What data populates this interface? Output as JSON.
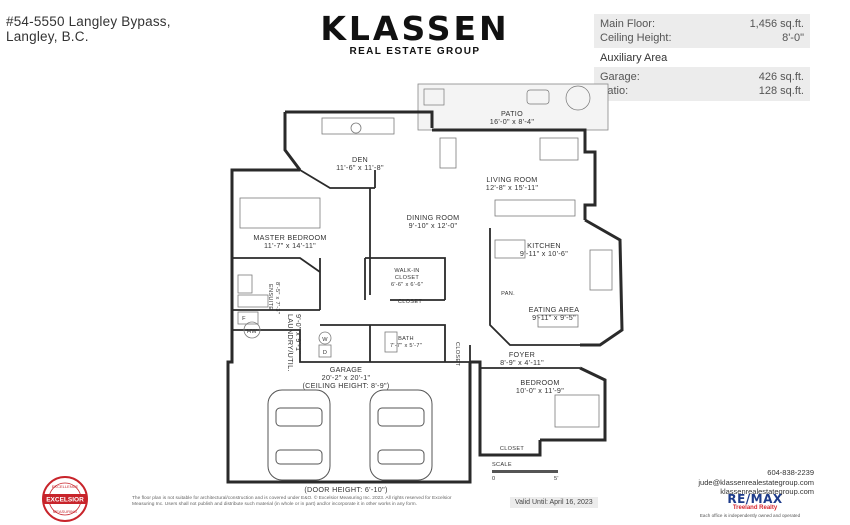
{
  "address": {
    "line1": "#54-5550 Langley Bypass,",
    "line2": "Langley, B.C."
  },
  "brand": {
    "name": "KLASSEN",
    "subtitle": "REAL ESTATE GROUP"
  },
  "info": {
    "main_floor_label": "Main Floor:",
    "main_floor_value": "1,456 sq.ft.",
    "ceiling_label": "Ceiling Height:",
    "ceiling_value": "8'-0\"",
    "aux_title": "Auxiliary Area",
    "garage_label": "Garage:",
    "garage_value": "426 sq.ft.",
    "patio_label": "Patio:",
    "patio_value": "128 sq.ft."
  },
  "rooms": {
    "patio": {
      "name": "PATIO",
      "dims": "16'-0\" x 8'-4\""
    },
    "den": {
      "name": "DEN",
      "dims": "11'-6\" x 11'-8\""
    },
    "living": {
      "name": "LIVING ROOM",
      "dims": "12'-8\" x 15'-11\""
    },
    "dining": {
      "name": "DINING ROOM",
      "dims": "9'-10\" x 12'-0\""
    },
    "master": {
      "name": "MASTER BEDROOM",
      "dims": "11'-7\" x 14'-11\""
    },
    "kitchen": {
      "name": "KITCHEN",
      "dims": "9'-11\" x 10'-6\""
    },
    "ensuite": {
      "name": "ENSUITE",
      "dims": "8'-5\" x 7'-3\""
    },
    "walkin": {
      "name": "WALK-IN",
      "name2": "CLOSET",
      "dims": "6'-6\" x 6'-6\""
    },
    "closet_main": {
      "name": "CLOSET"
    },
    "pan": {
      "name": "PAN."
    },
    "eating": {
      "name": "EATING AREA",
      "dims": "9'-11\" x 9'-5\""
    },
    "laundry": {
      "name": "LAUNDRY/UTIL.",
      "dims": "9'-0\" x 9'-1\""
    },
    "f_label": "F",
    "hw_label": "HW",
    "w_label": "W",
    "d_label": "D",
    "bath": {
      "name": "BATH",
      "dims": "7'-7\" x 5'-7\""
    },
    "closet_bath": {
      "name": "CLOSET"
    },
    "foyer": {
      "name": "FOYER",
      "dims": "8'-9\" x 4'-11\""
    },
    "garage": {
      "name": "GARAGE",
      "dims": "20'-2\" x 20'-1\"",
      "ceiling": "(CEILING HEIGHT: 8'-9\")",
      "door": "(DOOR HEIGHT: 6'-10\")"
    },
    "bedroom": {
      "name": "BEDROOM",
      "dims": "10'-0\" x 11'-9\""
    },
    "closet_bed": {
      "name": "CLOSET"
    }
  },
  "scale": {
    "label": "SCALE",
    "start": "0",
    "end": "5'"
  },
  "contact": {
    "phone": "604-838-2239",
    "email": "jude@klassenrealestategroup.com",
    "website": "klassenrealestategroup.com"
  },
  "remax": {
    "name": "RE/MAX",
    "sub": "Treeland Realty",
    "office_note": "Each office is independently owned and operated"
  },
  "disclaimer": "The floor plan is not suitable for architectural/construction and is covered under E&O. © Excelsior Measuring Inc. 2023. All rights reserved for Excelsior Measuring Inc. Users shall not publish and distribute such material (in whole or in part) and/or incorporate it in other works in any form.",
  "valid_until": "Valid Until: April 16, 2023",
  "seal": {
    "top": "EXCELLENCE",
    "mid": "EXCELSIOR",
    "bottom": "MEASURING"
  },
  "colors": {
    "wall": "#2a2a2a",
    "furniture": "#7a7a7a",
    "panel": "#ececec",
    "remax_blue": "#1d3b8a",
    "remax_red": "#d6262e",
    "seal_red": "#c8242b"
  }
}
